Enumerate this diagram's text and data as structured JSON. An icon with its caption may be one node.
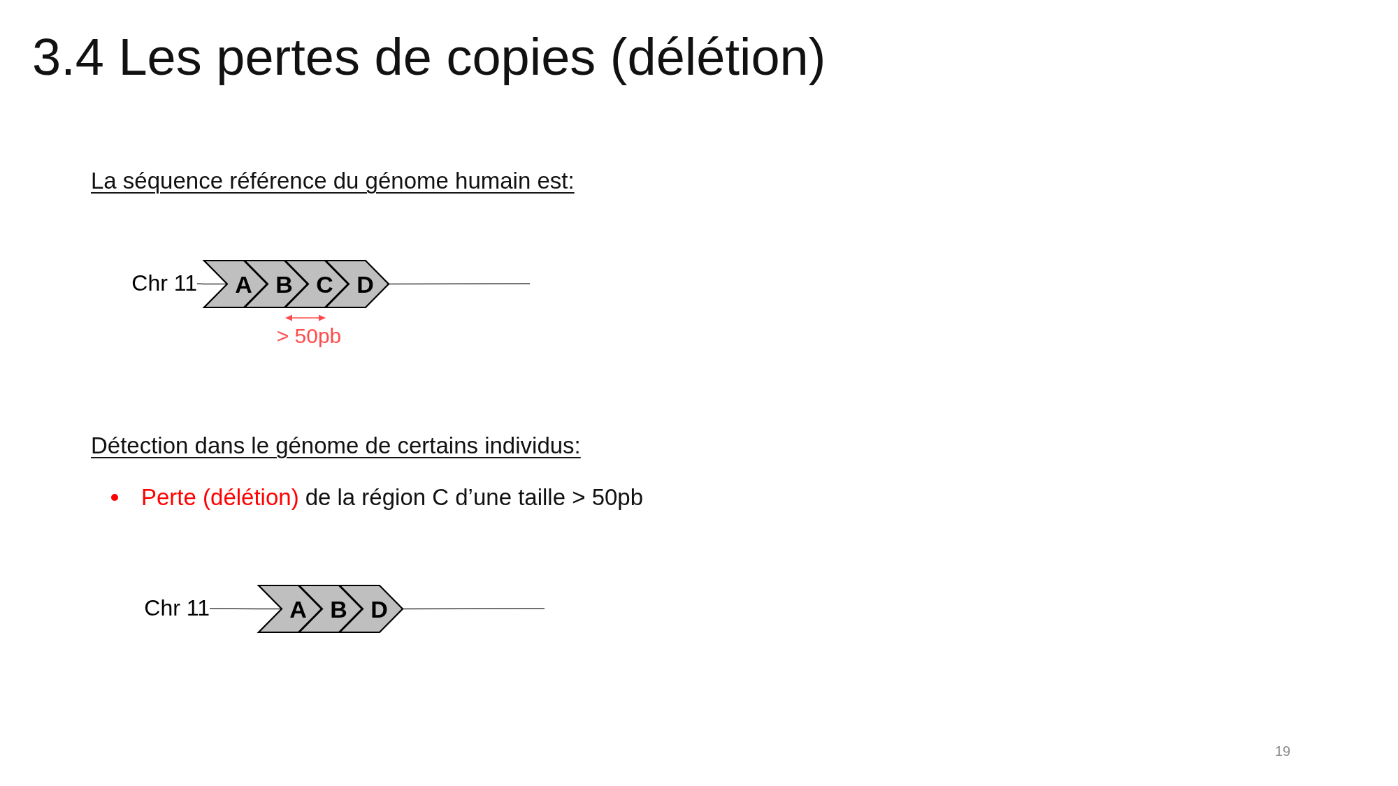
{
  "diagram": {
    "title": "3.4 Les pertes de copies (délétion)",
    "nodes": [
      {
        "text": [
          "Chr 11"
        ]
      },
      {
        "text": [
          "A"
        ]
      },
      {
        "text": [
          "B"
        ]
      },
      {
        "text": [
          "C"
        ]
      },
      {
        "text": [
          "D"
        ]
      },
      {
        "text": [
          "Chr 11"
        ]
      },
      {
        "text": [
          "A"
        ]
      },
      {
        "text": [
          "B"
        ]
      },
      {
        "text": [
          "D"
        ]
      }
    ],
    "edges": [
      {
        "from": 0,
        "to": 1,
        "arrow": "none"
      },
      {
        "from": 4,
        "to": null,
        "arrow": "none"
      },
      {
        "from": 5,
        "to": 6,
        "arrow": "none"
      },
      {
        "from": 8,
        "to": null,
        "arrow": "none"
      }
    ],
    "labels": [
      "La séquence référence du génome humain est:",
      "> 50pb",
      "Détection dans le génome de certains individus:",
      "Perte (délétion)",
      "de la région C d’une taille > 50pb",
      "19"
    ]
  }
}
